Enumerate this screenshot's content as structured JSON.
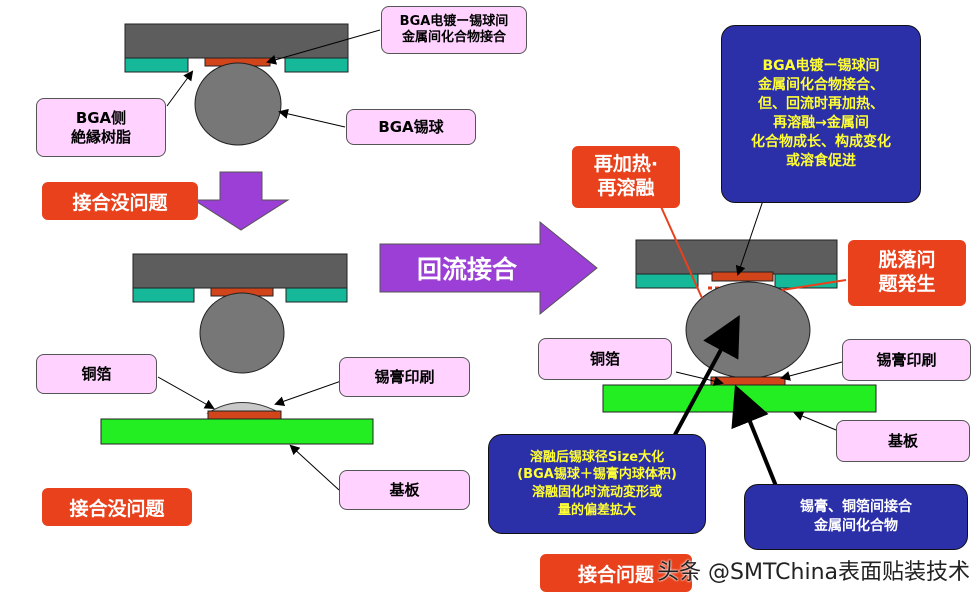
{
  "top": {
    "imc_label": "BGA电镀ー锡球间\n金属间化合物接合",
    "resin_label": "BGA侧\n絶縁树脂",
    "ball_label": "BGA锡球",
    "ok1": "接合没问题"
  },
  "middle": {
    "copper_label": "铜箔",
    "paste_label": "锡膏印刷",
    "substrate_label": "基板",
    "ok2": "接合没问题"
  },
  "reflow_label": "回流接合",
  "right": {
    "reheat_label": "再加热·\n再溶融",
    "blue_top": "BGA电镀ー锡球间\n金属间化合物接合、\n但、回流时再加热、\n再溶融→金属间\n化合物成长、构成变化\n或溶食促进",
    "fall_label": "脱落问\n题発生",
    "copper_label": "铜箔",
    "paste_label": "锡膏印刷",
    "substrate_label": "基板",
    "blue_left": "溶融后锡球径Size大化\n(BGA锡球＋锡膏内球体积)\n溶融固化时流动変形或\n量的偏差拡大",
    "blue_right": "锡膏、铜箔间接合\n金属间化合物",
    "bottom_red": "接合问题"
  },
  "watermark": "头条 @SMTChina表面贴装技术",
  "colors": {
    "body": "#5d5d5d",
    "resin": "#16b89a",
    "pad": "#d2441a",
    "ball": "#777777",
    "substrate": "#22ee22",
    "arrow_purple": "#9b3fd6"
  }
}
